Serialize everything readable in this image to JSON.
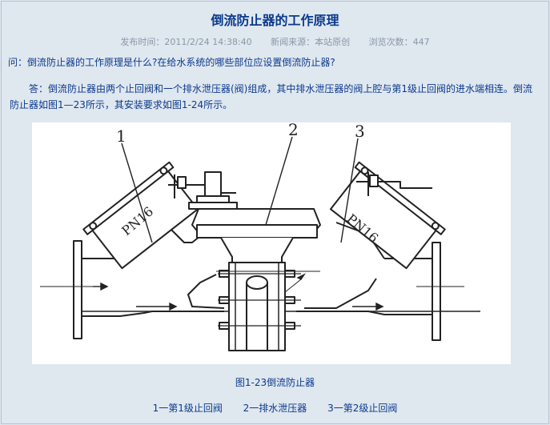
{
  "article": {
    "title": "倒流防止器的工作原理",
    "meta": {
      "publish_time": "发布时间：2011/2/24 14:38:40",
      "source": "新闻来源：本站原创",
      "views": "浏览次数：447"
    },
    "question": "问：倒流防止器的工作原理是什么?在给水系统的哪些部位应设置倒流防止器?",
    "answer": "答：倒流防止器由两个止回阀和一个排水泄压器(阀)组成，其中排水泄压器的阀上腔与第1级止回阀的进水端相连。倒流防止器如图1—23所示，其安装要求如图1-24所示。"
  },
  "figure": {
    "callout_1": "1",
    "callout_2": "2",
    "callout_3": "3",
    "left_stamp": "PN16",
    "right_stamp": "PN16",
    "caption": "图1-23倒流防止器",
    "legend": [
      "1一第1级止回阀",
      "2一排水泄压器",
      "3一第2级止回阀"
    ]
  },
  "colors": {
    "page_bg": "#dfe7ef",
    "text": "#0b3a8c",
    "meta": "#8a97a8"
  }
}
